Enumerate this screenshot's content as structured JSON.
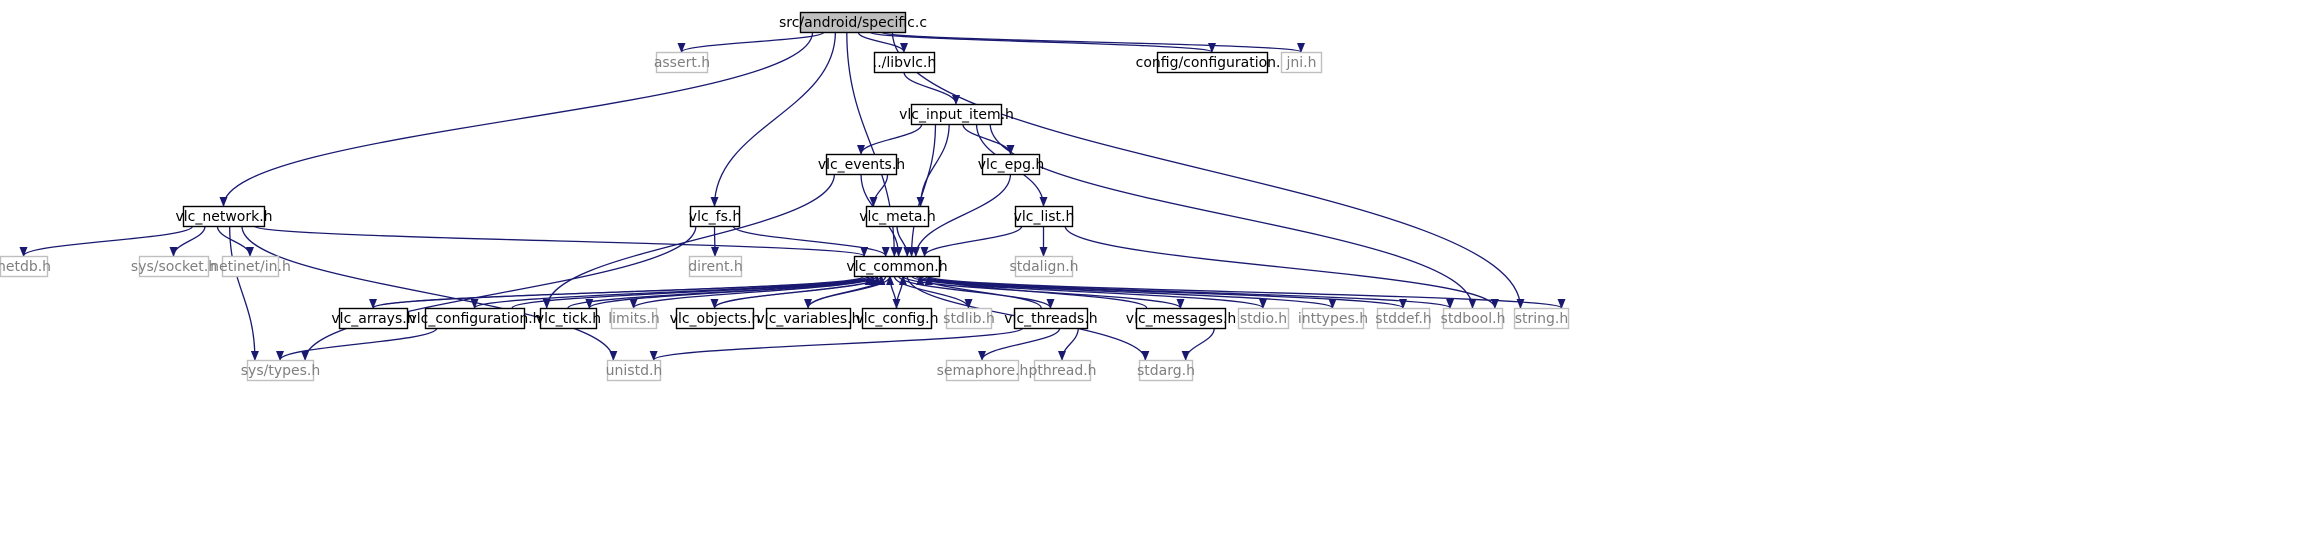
{
  "diagram": {
    "colors": {
      "edge": "#191970",
      "root_fill": "#bfbfbf",
      "local_border": "#000000",
      "system_border": "#bfbfbf",
      "system_text": "#7f7f7f"
    },
    "nodes": [
      {
        "id": "root",
        "label": "src/android/specific.c",
        "kind": "root"
      },
      {
        "id": "assert",
        "label": "assert.h",
        "kind": "system"
      },
      {
        "id": "libvlc",
        "label": "../libvlc.h",
        "kind": "local"
      },
      {
        "id": "config",
        "label": "config/configuration.h",
        "kind": "local"
      },
      {
        "id": "jni",
        "label": "jni.h",
        "kind": "system"
      },
      {
        "id": "input_item",
        "label": "vlc_input_item.h",
        "kind": "local"
      },
      {
        "id": "events",
        "label": "vlc_events.h",
        "kind": "local"
      },
      {
        "id": "epg",
        "label": "vlc_epg.h",
        "kind": "local"
      },
      {
        "id": "network",
        "label": "vlc_network.h",
        "kind": "local"
      },
      {
        "id": "fs",
        "label": "vlc_fs.h",
        "kind": "local"
      },
      {
        "id": "meta",
        "label": "vlc_meta.h",
        "kind": "local"
      },
      {
        "id": "list",
        "label": "vlc_list.h",
        "kind": "local"
      },
      {
        "id": "netdb",
        "label": "netdb.h",
        "kind": "system"
      },
      {
        "id": "socket",
        "label": "sys/socket.h",
        "kind": "system"
      },
      {
        "id": "netinet",
        "label": "netinet/in.h",
        "kind": "system"
      },
      {
        "id": "dirent",
        "label": "dirent.h",
        "kind": "system"
      },
      {
        "id": "common",
        "label": "vlc_common.h",
        "kind": "local"
      },
      {
        "id": "stdalign",
        "label": "stdalign.h",
        "kind": "system"
      },
      {
        "id": "arrays",
        "label": "vlc_arrays.h",
        "kind": "local"
      },
      {
        "id": "configuration",
        "label": "vlc_configuration.h",
        "kind": "local"
      },
      {
        "id": "tick",
        "label": "vlc_tick.h",
        "kind": "local"
      },
      {
        "id": "limits",
        "label": "limits.h",
        "kind": "system"
      },
      {
        "id": "objects",
        "label": "vlc_objects.h",
        "kind": "local"
      },
      {
        "id": "variables",
        "label": "vlc_variables.h",
        "kind": "local"
      },
      {
        "id": "vconfig",
        "label": "vlc_config.h",
        "kind": "local"
      },
      {
        "id": "stdlib",
        "label": "stdlib.h",
        "kind": "system"
      },
      {
        "id": "threads",
        "label": "vlc_threads.h",
        "kind": "local"
      },
      {
        "id": "messages",
        "label": "vlc_messages.h",
        "kind": "local"
      },
      {
        "id": "stdio",
        "label": "stdio.h",
        "kind": "system"
      },
      {
        "id": "inttypes",
        "label": "inttypes.h",
        "kind": "system"
      },
      {
        "id": "stddef",
        "label": "stddef.h",
        "kind": "system"
      },
      {
        "id": "stdbool",
        "label": "stdbool.h",
        "kind": "system"
      },
      {
        "id": "string",
        "label": "string.h",
        "kind": "system"
      },
      {
        "id": "systypes",
        "label": "sys/types.h",
        "kind": "system"
      },
      {
        "id": "unistd",
        "label": "unistd.h",
        "kind": "system"
      },
      {
        "id": "semaphore",
        "label": "semaphore.h",
        "kind": "system"
      },
      {
        "id": "pthread",
        "label": "pthread.h",
        "kind": "system"
      },
      {
        "id": "stdarg",
        "label": "stdarg.h",
        "kind": "system"
      }
    ],
    "edges": [
      [
        "root",
        "assert"
      ],
      [
        "root",
        "libvlc"
      ],
      [
        "root",
        "config"
      ],
      [
        "root",
        "jni"
      ],
      [
        "root",
        "network"
      ],
      [
        "root",
        "fs"
      ],
      [
        "root",
        "common"
      ],
      [
        "root",
        "string"
      ],
      [
        "libvlc",
        "input_item"
      ],
      [
        "input_item",
        "events"
      ],
      [
        "input_item",
        "meta"
      ],
      [
        "input_item",
        "common"
      ],
      [
        "input_item",
        "epg"
      ],
      [
        "input_item",
        "list"
      ],
      [
        "input_item",
        "stdbool"
      ],
      [
        "events",
        "meta"
      ],
      [
        "events",
        "common"
      ],
      [
        "events",
        "tick"
      ],
      [
        "epg",
        "common"
      ],
      [
        "meta",
        "common"
      ],
      [
        "list",
        "common"
      ],
      [
        "list",
        "stdalign"
      ],
      [
        "list",
        "stdbool"
      ],
      [
        "network",
        "netdb"
      ],
      [
        "network",
        "socket"
      ],
      [
        "network",
        "netinet"
      ],
      [
        "network",
        "common"
      ],
      [
        "network",
        "systypes"
      ],
      [
        "network",
        "unistd"
      ],
      [
        "fs",
        "dirent"
      ],
      [
        "fs",
        "common"
      ],
      [
        "fs",
        "systypes"
      ],
      [
        "common",
        "arrays"
      ],
      [
        "common",
        "configuration"
      ],
      [
        "common",
        "tick"
      ],
      [
        "common",
        "limits"
      ],
      [
        "common",
        "objects"
      ],
      [
        "common",
        "variables"
      ],
      [
        "common",
        "vconfig"
      ],
      [
        "common",
        "stdlib"
      ],
      [
        "common",
        "threads"
      ],
      [
        "common",
        "messages"
      ],
      [
        "common",
        "stdio"
      ],
      [
        "common",
        "inttypes"
      ],
      [
        "common",
        "stddef"
      ],
      [
        "common",
        "stdbool"
      ],
      [
        "common",
        "string"
      ],
      [
        "common",
        "stdarg"
      ],
      [
        "arrays",
        "common"
      ],
      [
        "configuration",
        "common"
      ],
      [
        "configuration",
        "systypes"
      ],
      [
        "tick",
        "common"
      ],
      [
        "objects",
        "common"
      ],
      [
        "variables",
        "common"
      ],
      [
        "vconfig",
        "common"
      ],
      [
        "threads",
        "common"
      ],
      [
        "messages",
        "common"
      ],
      [
        "threads",
        "unistd"
      ],
      [
        "threads",
        "semaphore"
      ],
      [
        "threads",
        "pthread"
      ],
      [
        "messages",
        "stdarg"
      ]
    ]
  }
}
